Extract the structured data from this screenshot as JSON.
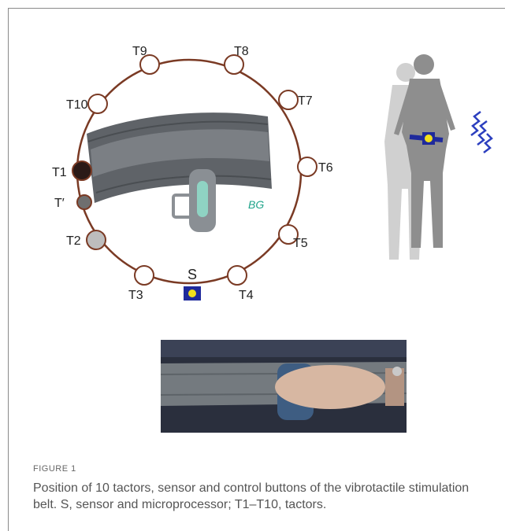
{
  "figure": {
    "label": "FIGURE 1",
    "caption": "Position of 10 tactors, sensor and control buttons of the vibrotactile stimulation belt. S, sensor and microprocessor; T1–T10, tactors."
  },
  "diagram": {
    "tactors": [
      {
        "label": "T1",
        "fill": "dark"
      },
      {
        "label": "T′",
        "fill": "gray"
      },
      {
        "label": "T2",
        "fill": "light-gray"
      },
      {
        "label": "T3",
        "fill": "white"
      },
      {
        "label": "T4",
        "fill": "white"
      },
      {
        "label": "T5",
        "fill": "white"
      },
      {
        "label": "T6",
        "fill": "white"
      },
      {
        "label": "T7",
        "fill": "white"
      },
      {
        "label": "T8",
        "fill": "white"
      },
      {
        "label": "T9",
        "fill": "white"
      },
      {
        "label": "T10",
        "fill": "white"
      }
    ],
    "sensor_label": "S",
    "belt_logo": "BG"
  },
  "colors": {
    "ring": "#7a3a24",
    "tactor_dark": "#2b1a17",
    "tactor_gray": "#6f6f6f",
    "tactor_light": "#bdbdbd",
    "sensor_box": "#1f2a9c",
    "sensor_dot": "#f2df1c",
    "belt_gray": "#6a6e72",
    "vibration": "#2c3fbf"
  }
}
